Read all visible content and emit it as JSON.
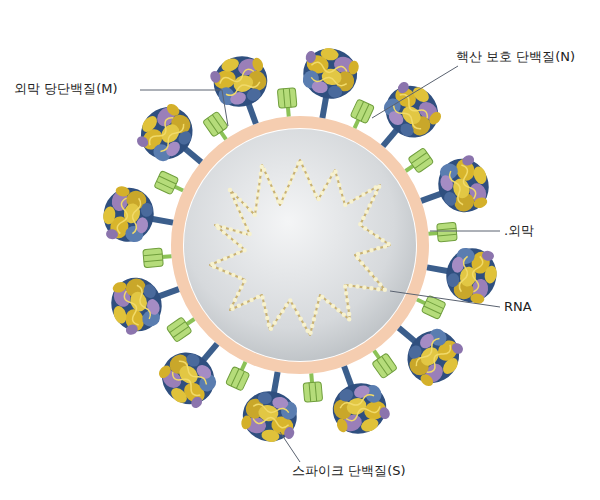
{
  "diagram": {
    "labels": [
      "외막 당단백질(M)",
      "핵산 보호 단백질(N)",
      ".외막",
      "RNA",
      "스파이크 단백질(S)"
    ]
  }
}
